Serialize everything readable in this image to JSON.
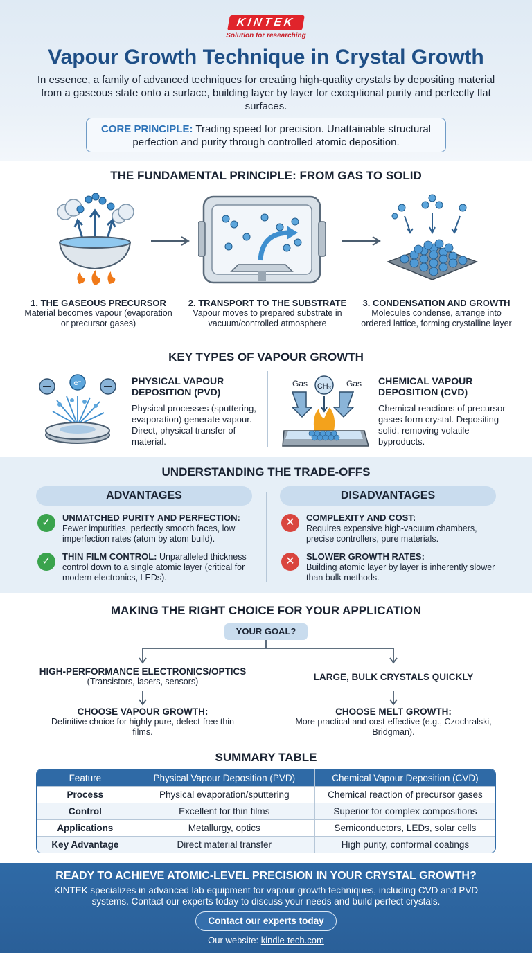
{
  "brand": {
    "name": "KINTEK",
    "tagline": "Solution for researching",
    "accent": "#e0242b",
    "primary": "#2f6aa6"
  },
  "header": {
    "title": "Vapour Growth Technique in Crystal Growth",
    "intro": "In essence, a family of advanced techniques for creating high-quality crystals by depositing material from a gaseous state onto a surface, building layer by layer for exceptional purity and perfectly flat surfaces.",
    "core_label": "CORE PRINCIPLE:",
    "core_text": " Trading speed for precision. Unattainable structural perfection and purity through controlled atomic deposition."
  },
  "fundamental": {
    "title": "THE FUNDAMENTAL PRINCIPLE: FROM GAS TO SOLID",
    "steps": [
      {
        "head": "1. THE GASEOUS PRECURSOR",
        "text": "Material becomes vapour (evaporation or precursor gases)",
        "icon": "boiling-bowl-icon"
      },
      {
        "head": "2. TRANSPORT TO THE SUBSTRATE",
        "text": "Vapour moves to prepared substrate in vacuum/controlled atmosphere",
        "icon": "vacuum-chamber-icon"
      },
      {
        "head": "3. CONDENSATION AND GROWTH",
        "text": "Molecules condense, arrange into ordered lattice, forming crystalline layer",
        "icon": "crystal-lattice-icon"
      }
    ]
  },
  "types": {
    "title": "KEY TYPES OF VAPOUR GROWTH",
    "pvd": {
      "title": "PHYSICAL VAPOUR DEPOSITION (PVD)",
      "desc": "Physical processes (sputtering, evaporation) generate vapour. Direct, physical transfer of material.",
      "electron_label": "e⁻"
    },
    "cvd": {
      "title": "CHEMICAL VAPOUR DEPOSITION (CVD)",
      "desc": "Chemical reactions of precursor gases form crystal. Depositing solid, removing volatile byproducts.",
      "gas_left": "Gas",
      "gas_right": "Gas",
      "molecule": "CH₃"
    }
  },
  "tradeoffs": {
    "title": "UNDERSTANDING THE TRADE-OFFS",
    "advantages_label": "ADVANTAGES",
    "disadvantages_label": "DISADVANTAGES",
    "advantages": [
      {
        "head": "UNMATCHED PURITY AND PERFECTION:",
        "text": "Fewer impurities, perfectly smooth faces, low imperfection rates (atom by atom build)."
      },
      {
        "head": "THIN FILM CONTROL:",
        "text": " Unparalleled thickness control down to a single atomic layer (critical for modern electronics, LEDs)."
      }
    ],
    "disadvantages": [
      {
        "head": "COMPLEXITY AND COST:",
        "text": "Requires expensive high-vacuum chambers, precise controllers, pure materials."
      },
      {
        "head": "SLOWER GROWTH RATES:",
        "text": "Building atomic layer by layer is inherently slower than bulk methods."
      }
    ]
  },
  "choice": {
    "title": "MAKING THE RIGHT CHOICE FOR YOUR APPLICATION",
    "goal": "YOUR GOAL?",
    "left_goal": "HIGH-PERFORMANCE ELECTRONICS/OPTICS",
    "left_sub": "(Transistors, lasers, sensors)",
    "left_choice": "CHOOSE VAPOUR GROWTH:",
    "left_desc": "Definitive choice for highly pure, defect-free thin films.",
    "right_goal": "LARGE, BULK CRYSTALS QUICKLY",
    "right_choice": "CHOOSE MELT GROWTH:",
    "right_desc": "More practical and cost-effective (e.g., Czochralski, Bridgman)."
  },
  "summary": {
    "title": "SUMMARY TABLE",
    "headers": [
      "Feature",
      "Physical Vapour Deposition (PVD)",
      "Chemical Vapour Deposition (CVD)"
    ],
    "rows": [
      [
        "Process",
        "Physical evaporation/sputtering",
        "Chemical reaction of precursor gases"
      ],
      [
        "Control",
        "Excellent for thin films",
        "Superior for complex compositions"
      ],
      [
        "Applications",
        "Metallurgy, optics",
        "Semiconductors, LEDs, solar cells"
      ],
      [
        "Key Advantage",
        "Direct material transfer",
        "High purity, conformal coatings"
      ]
    ]
  },
  "footer": {
    "headline": "READY TO ACHIEVE ATOMIC-LEVEL PRECISION IN YOUR CRYSTAL GROWTH?",
    "text": "KINTEK specializes in advanced lab equipment for vapour growth techniques, including CVD and PVD systems. Contact our experts today to discuss your needs and build perfect crystals.",
    "cta": "Contact our experts today",
    "website_label": "Our website: ",
    "website": "kindle-tech.com"
  }
}
